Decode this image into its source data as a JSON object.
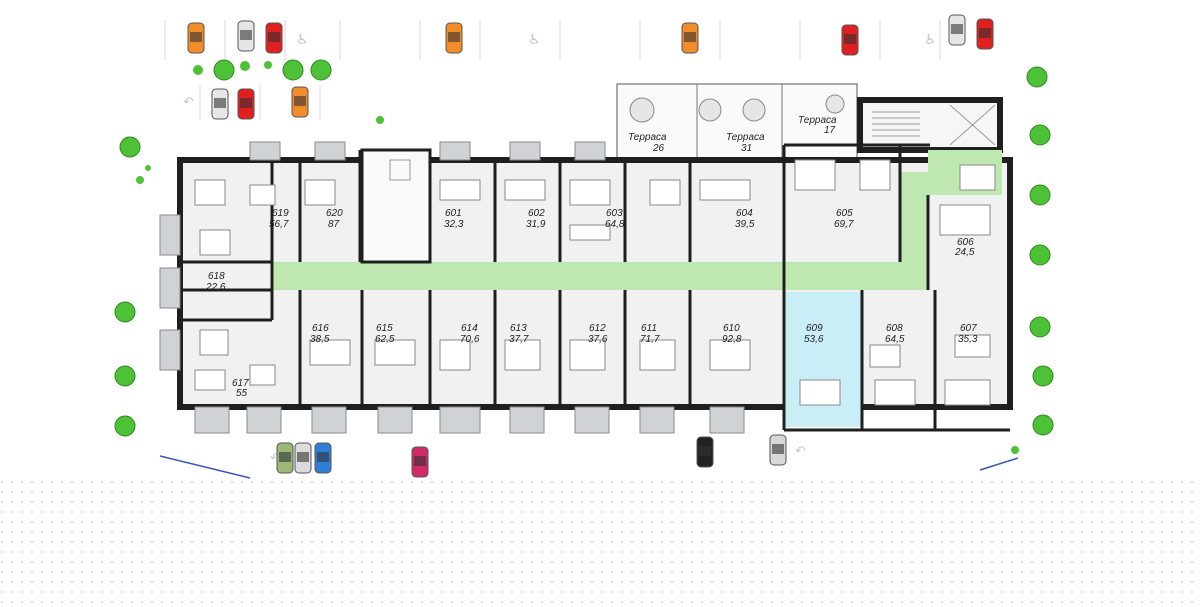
{
  "colors": {
    "wall": "#1f1f1f",
    "floor": "#f1f1f1",
    "corridor": "#bfe8b0",
    "highlight": "#c9eef6",
    "window": "#cfd3d6",
    "tree": "#4ec236",
    "road_line": "#3a55c7",
    "dots": "#d6d6d6"
  },
  "units": [
    {
      "number": "619",
      "area": "56,7"
    },
    {
      "number": "620",
      "area": "87"
    },
    {
      "number": "601",
      "area": "32,3"
    },
    {
      "number": "602",
      "area": "31,9"
    },
    {
      "number": "603",
      "area": "64,8"
    },
    {
      "number": "604",
      "area": "39,5"
    },
    {
      "number": "605",
      "area": "69,7"
    },
    {
      "number": "606",
      "area": "24,5"
    },
    {
      "number": "618",
      "area": "22,6"
    },
    {
      "number": "616",
      "area": "38,5"
    },
    {
      "number": "615",
      "area": "62,5"
    },
    {
      "number": "614",
      "area": "70,6"
    },
    {
      "number": "613",
      "area": "37,7"
    },
    {
      "number": "612",
      "area": "37,6"
    },
    {
      "number": "611",
      "area": "71,7"
    },
    {
      "number": "610",
      "area": "92,8"
    },
    {
      "number": "609",
      "area": "53,6"
    },
    {
      "number": "608",
      "area": "64,5"
    },
    {
      "number": "607",
      "area": "35,3"
    },
    {
      "number": "617",
      "area": "55"
    }
  ],
  "terraces": [
    {
      "label": "Терраса",
      "area": "26"
    },
    {
      "label": "Терраса",
      "area": "31"
    },
    {
      "label": "Терраса",
      "area": "17"
    }
  ],
  "vehicles": [
    {
      "color": "#f28c28",
      "icon": "car-icon"
    },
    {
      "color": "#e6e6e6",
      "icon": "car-icon"
    },
    {
      "color": "#e02020",
      "icon": "car-icon"
    },
    {
      "color": "#f28c28",
      "icon": "car-icon"
    },
    {
      "color": "#f28c28",
      "icon": "car-icon"
    },
    {
      "color": "#e02020",
      "icon": "car-icon"
    },
    {
      "color": "#e6e6e6",
      "icon": "car-icon"
    },
    {
      "color": "#e02020",
      "icon": "car-icon"
    },
    {
      "color": "#e6e6e6",
      "icon": "car-icon"
    },
    {
      "color": "#e02020",
      "icon": "car-icon"
    },
    {
      "color": "#f28c28",
      "icon": "car-icon"
    },
    {
      "color": "#9bb878",
      "icon": "car-icon"
    },
    {
      "color": "#dcdcdc",
      "icon": "car-icon"
    },
    {
      "color": "#2f7fd6",
      "icon": "car-icon"
    },
    {
      "color": "#d02a6a",
      "icon": "car-icon"
    },
    {
      "color": "#222222",
      "icon": "car-icon"
    },
    {
      "color": "#d8d8d8",
      "icon": "car-icon"
    }
  ],
  "symbols": {
    "accessible": "wheelchair-icon",
    "turn_arrow": "turn-arrow-icon",
    "tree": "tree-icon"
  }
}
